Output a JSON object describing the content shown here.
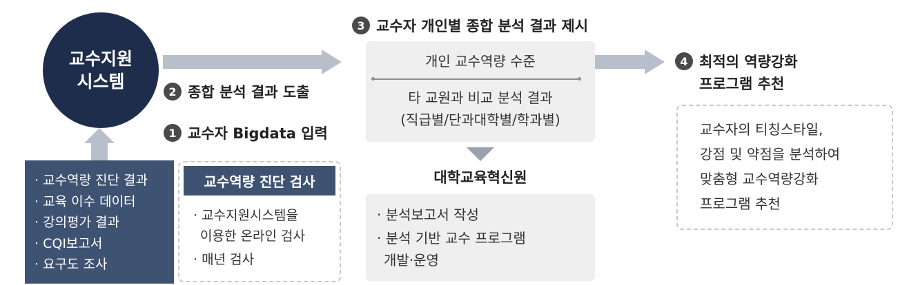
{
  "system_circle": {
    "line1": "교수지원",
    "line2": "시스템"
  },
  "steps": {
    "step1": {
      "num": "1",
      "label": "교수자 Bigdata 입력"
    },
    "step2": {
      "num": "2",
      "label": "종합 분석 결과 도출"
    },
    "step3": {
      "num": "3",
      "label": "교수자 개인별 종합 분석 결과 제시"
    },
    "step4": {
      "num": "4",
      "line1": "최적의 역량강화",
      "line2": "프로그램 추천"
    }
  },
  "data_inputs": [
    "교수역량 진단 결과",
    "교육 이수 데이터",
    "강의평가 결과",
    "CQI보고서",
    "요구도 조사"
  ],
  "diagnosis": {
    "title": "교수역량 진단 검사",
    "line1": "교수지원시스템을",
    "line2": "이용한 온라인 검사",
    "line3": "매년 검사"
  },
  "result_box": {
    "top": "개인 교수역량 수준",
    "bottom1": "타 교원과 비교 분석 결과",
    "bottom2": "(직급별/단과대학별/학과별)"
  },
  "institute": {
    "title": "대학교육혁신원",
    "item1": "분석보고서 작성",
    "item2_line1": "분석 기반 교수 프로그램",
    "item2_line2": "개발·운영"
  },
  "recommendation": [
    "교수자의 티칭스타일,",
    "강점 및 약점을 분석하여",
    "맞춤형 교수역량강화",
    "프로그램 추천"
  ],
  "colors": {
    "navy": "#1f2d4d",
    "slate": "#3e5272",
    "arrow": "#b9bfca",
    "gray_box": "#efefef"
  }
}
